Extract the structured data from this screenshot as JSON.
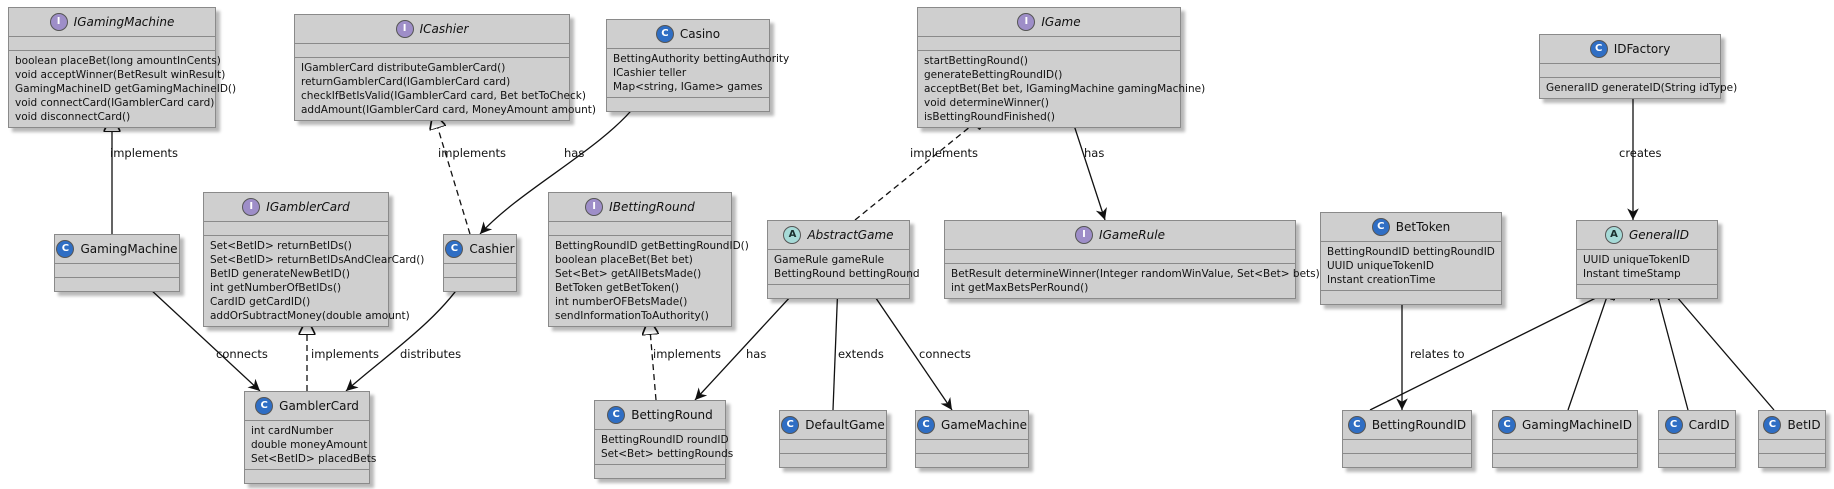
{
  "classes": [
    {
      "name": "IGamingMachine",
      "stereo": "I",
      "fields": [],
      "methods": [
        "boolean placeBet(long amountInCents)",
        "void acceptWinner(BetResult winResult)",
        "GamingMachineID getGamingMachineID()",
        "void connectCard(IGamblerCard card)",
        "void disconnectCard()"
      ]
    },
    {
      "name": "ICashier",
      "stereo": "I",
      "fields": [],
      "methods": [
        "IGamblerCard distributeGamblerCard()",
        "returnGamblerCard(IGamblerCard card)",
        "checkIfBetIsValid(IGamblerCard card, Bet betToCheck)",
        "addAmount(IGamblerCard card, MoneyAmount amount)"
      ]
    },
    {
      "name": "Casino",
      "stereo": "C",
      "fields": [
        "BettingAuthority bettingAuthority",
        "ICashier teller",
        "Map<string, IGame> games"
      ],
      "methods": []
    },
    {
      "name": "IGame",
      "stereo": "I",
      "fields": [],
      "methods": [
        "startBettingRound()",
        "generateBettingRoundID()",
        "acceptBet(Bet bet, IGamingMachine gamingMachine)",
        "void determineWinner()",
        "isBettingRoundFinished()"
      ]
    },
    {
      "name": "IDFactory",
      "stereo": "C",
      "fields": [],
      "methods": [
        "GeneralID generateID(String idType)"
      ]
    },
    {
      "name": "GamingMachine",
      "stereo": "C",
      "fields": [],
      "methods": []
    },
    {
      "name": "IGamblerCard",
      "stereo": "I",
      "fields": [],
      "methods": [
        "Set<BetID> returnBetIDs()",
        "Set<BetID> returnBetIDsAndClearCard()",
        "BetID generateNewBetID()",
        "int getNumberOfBetIDs()",
        "CardID getCardID()",
        "addOrSubtractMoney(double amount)"
      ]
    },
    {
      "name": "Cashier",
      "stereo": "C",
      "fields": [],
      "methods": []
    },
    {
      "name": "IBettingRound",
      "stereo": "I",
      "fields": [],
      "methods": [
        "BettingRoundID getBettingRoundID()",
        "boolean placeBet(Bet bet)",
        "Set<Bet> getAllBetsMade()",
        "BetToken getBetToken()",
        "int numberOFBetsMade()",
        "sendInformationToAuthority()"
      ]
    },
    {
      "name": "AbstractGame",
      "stereo": "A",
      "fields": [
        "GameRule gameRule",
        "BettingRound bettingRound"
      ],
      "methods": []
    },
    {
      "name": "IGameRule",
      "stereo": "I",
      "fields": [],
      "methods": [
        "BetResult determineWinner(Integer randomWinValue, Set<Bet> bets)",
        "int getMaxBetsPerRound()"
      ]
    },
    {
      "name": "BetToken",
      "stereo": "C",
      "fields": [
        "BettingRoundID bettingRoundID",
        "UUID uniqueTokenID",
        "Instant creationTime"
      ],
      "methods": []
    },
    {
      "name": "GeneralID",
      "stereo": "A",
      "fields": [
        "UUID uniqueTokenID",
        "Instant timeStamp"
      ],
      "methods": []
    },
    {
      "name": "GamblerCard",
      "stereo": "C",
      "fields": [
        "int cardNumber",
        "double moneyAmount",
        "Set<BetID> placedBets"
      ],
      "methods": []
    },
    {
      "name": "BettingRound",
      "stereo": "C",
      "fields": [
        "BettingRoundID roundID",
        "Set<Bet> bettingRounds"
      ],
      "methods": []
    },
    {
      "name": "DefaultGame",
      "stereo": "C",
      "fields": [],
      "methods": []
    },
    {
      "name": "GameMachine",
      "stereo": "C",
      "fields": [],
      "methods": []
    },
    {
      "name": "BettingRoundID",
      "stereo": "C",
      "fields": [],
      "methods": []
    },
    {
      "name": "GamingMachineID",
      "stereo": "C",
      "fields": [],
      "methods": []
    },
    {
      "name": "CardID",
      "stereo": "C",
      "fields": [],
      "methods": []
    },
    {
      "name": "BetID",
      "stereo": "C",
      "fields": [],
      "methods": []
    }
  ],
  "relations": [
    {
      "from": "GamingMachine",
      "to": "IGamingMachine",
      "type": "implements",
      "label": "implements"
    },
    {
      "from": "Cashier",
      "to": "ICashier",
      "type": "realization",
      "label": "implements"
    },
    {
      "from": "Casino",
      "to": "Cashier",
      "type": "association",
      "label": "has"
    },
    {
      "from": "AbstractGame",
      "to": "IGame",
      "type": "realization",
      "label": "implements"
    },
    {
      "from": "IGame",
      "to": "IGameRule",
      "type": "association",
      "label": "has"
    },
    {
      "from": "IDFactory",
      "to": "GeneralID",
      "type": "association",
      "label": "creates"
    },
    {
      "from": "GamingMachine",
      "to": "GamblerCard",
      "type": "association",
      "label": "connects"
    },
    {
      "from": "GamblerCard",
      "to": "IGamblerCard",
      "type": "realization",
      "label": "implements"
    },
    {
      "from": "Cashier",
      "to": "GamblerCard",
      "type": "association",
      "label": "distributes"
    },
    {
      "from": "BettingRound",
      "to": "IBettingRound",
      "type": "realization",
      "label": "implements"
    },
    {
      "from": "AbstractGame",
      "to": "BettingRound",
      "type": "association",
      "label": "has"
    },
    {
      "from": "DefaultGame",
      "to": "AbstractGame",
      "type": "extends",
      "label": "extends"
    },
    {
      "from": "AbstractGame",
      "to": "GameMachine",
      "type": "association",
      "label": "connects"
    },
    {
      "from": "BetToken",
      "to": "BettingRoundID",
      "type": "association",
      "label": "relates to"
    },
    {
      "from": "BettingRoundID",
      "to": "GeneralID",
      "type": "extends",
      "label": ""
    },
    {
      "from": "GamingMachineID",
      "to": "GeneralID",
      "type": "extends",
      "label": ""
    },
    {
      "from": "CardID",
      "to": "GeneralID",
      "type": "extends",
      "label": ""
    },
    {
      "from": "BetID",
      "to": "GeneralID",
      "type": "extends",
      "label": ""
    }
  ],
  "colors": {
    "class_fill": "#cfcfcf",
    "border": "#8a8a8a",
    "interface_badge": "#9e8ec8",
    "class_badge": "#2f6ec4",
    "abstract_badge": "#a6dad7",
    "edge": "#111111"
  }
}
